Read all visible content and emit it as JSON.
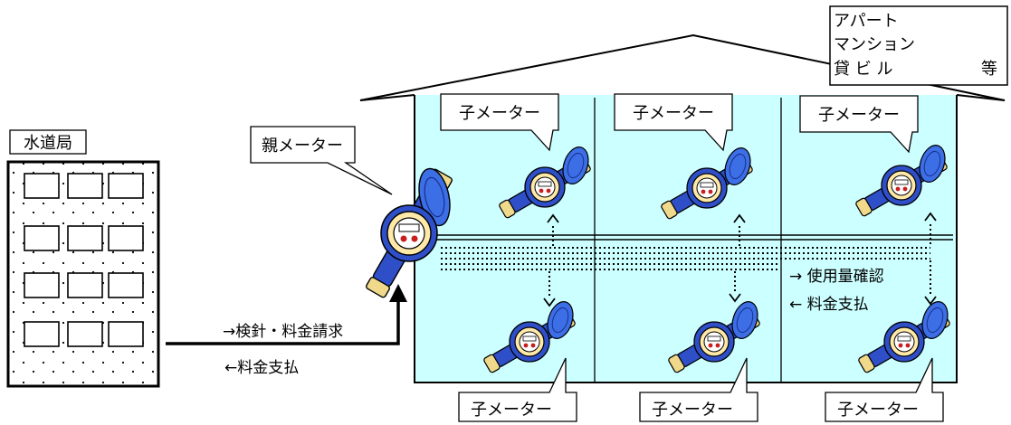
{
  "building_type_box": {
    "line1": "アパート",
    "line2": "マンション",
    "line3": "貸 ビ ル",
    "line3_suffix": "等"
  },
  "water_bureau": {
    "label": "水道局"
  },
  "parent_meter": {
    "label": "親メーター"
  },
  "child_meter_label": "子メーター",
  "flows": {
    "bureau_to_parent": "→検針・料金請求",
    "parent_to_bureau": "←料金支払",
    "parent_to_child": "→ 使用量確認",
    "child_to_parent": "← 料金支払"
  },
  "colors": {
    "building_fill": "#ccffff",
    "meter_body": "#2f4fc8",
    "meter_lid": "#3c6ee6",
    "meter_dial": "#ffe9a8",
    "meter_fitting": "#f0d98a"
  }
}
